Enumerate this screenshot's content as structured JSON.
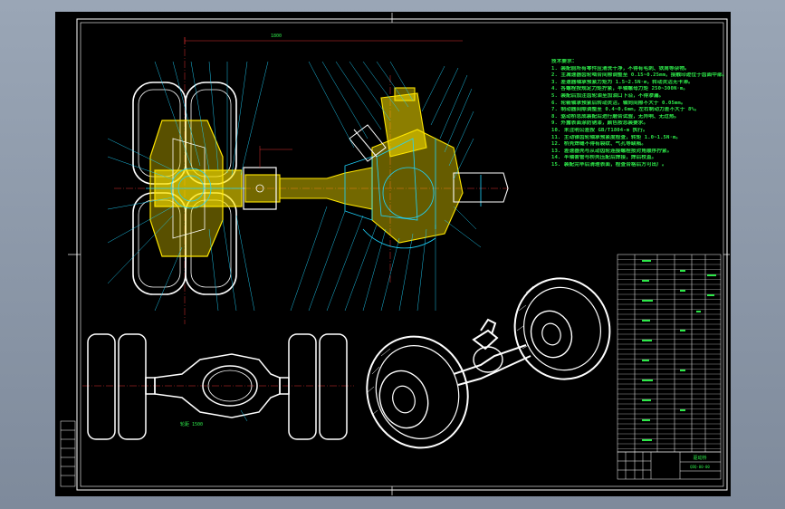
{
  "drawing": {
    "title": "驱动桥总成装配图",
    "top_dimension": "1800",
    "bottom_dimension": "轮距 1500"
  },
  "notes": [
    "技术要求：",
    "1. 装配前所有零件应清洗干净，不得有毛刺、铁屑等杂物。",
    "2. 主减速器齿轮啮合间隙调整至 0.15~0.25mm，接触印迹位于齿面中部。",
    "3. 差速器轴承预紧力矩为 1.5~2.5N·m，转动灵活无卡滞。",
    "4. 各螺栓按规定力矩拧紧，半轴螺母力矩 250~300N·m。",
    "5. 装配后加注齿轮油至加油口下沿，不得渗漏。",
    "6. 轮毂轴承预紧后转动灵活，轴向间隙不大于 0.05mm。",
    "7. 制动器间隙调整至 0.4~0.6mm，左右制动力差不大于 8%。",
    "8. 驱动桥总成装配后进行磨合试验，无异响、无过热。",
    "9. 外露表面涂防锈漆，颜色按总装要求。",
    "10. 未注明公差按 GB/T1804-m 执行。",
    "11. 主动锥齿轮轴承预紧度检查，转矩 1.0~1.5N·m。",
    "12. 桥壳焊缝不得有裂纹、气孔等缺陷。",
    "13. 差速器壳与从动齿轮连接螺栓按对角顺序拧紧。",
    "14. 半轴套管与桥壳压配后焊接，焊后校直。",
    "15. 装配完毕后清理表面，检查合格后方可出厂。"
  ],
  "title_block": {
    "drawing_name": "驱动桥",
    "drawing_code": "QDQ-00-00"
  }
}
